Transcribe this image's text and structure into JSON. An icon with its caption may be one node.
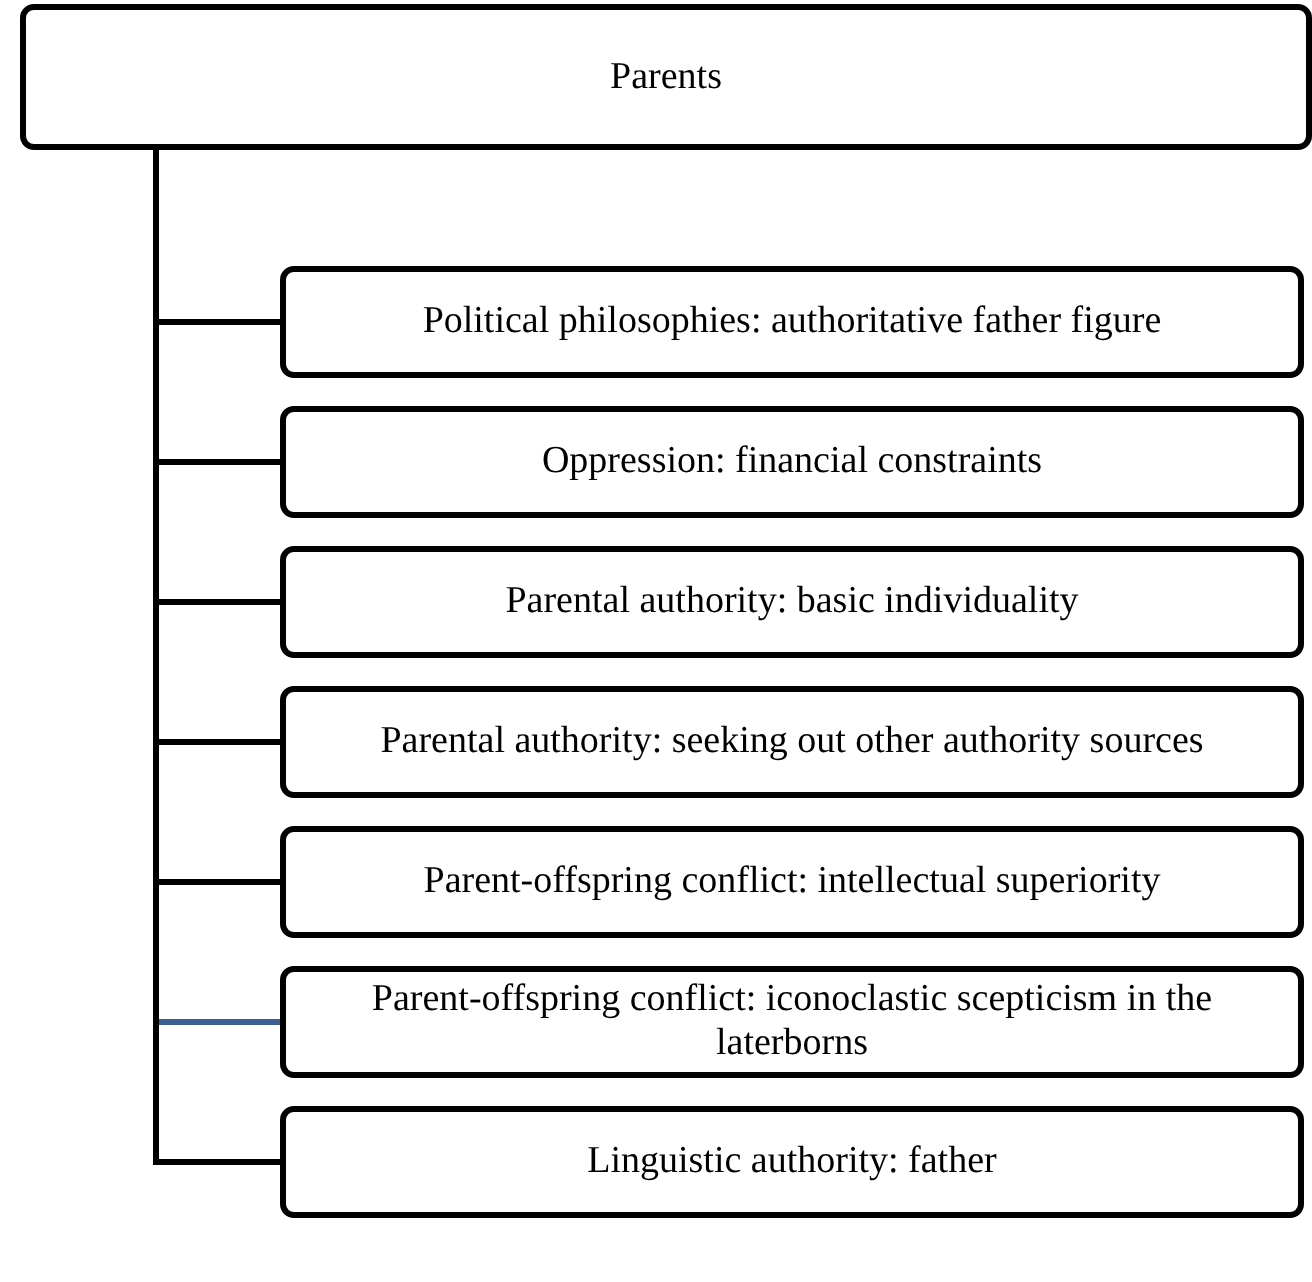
{
  "diagram": {
    "nodes": [
      {
        "text": [
          "Parents"
        ]
      },
      {
        "text": [
          "Political philosophies: authoritative father figure"
        ]
      },
      {
        "text": [
          "Oppression: financial constraints"
        ]
      },
      {
        "text": [
          "Parental authority: basic individuality"
        ]
      },
      {
        "text": [
          "Parental authority: seeking out other authority sources"
        ]
      },
      {
        "text": [
          "Parent-offspring conflict: intellectual superiority"
        ]
      },
      {
        "text": [
          "Parent-offspring conflict: iconoclastic scepticism in the laterborns"
        ]
      },
      {
        "text": [
          "Linguistic authority: father"
        ]
      }
    ],
    "edges": [
      {
        "from": 0,
        "to": 1,
        "arrow": "none"
      },
      {
        "from": 0,
        "to": 2,
        "arrow": "none"
      },
      {
        "from": 0,
        "to": 3,
        "arrow": "none"
      },
      {
        "from": 0,
        "to": 4,
        "arrow": "none"
      },
      {
        "from": 0,
        "to": 5,
        "arrow": "none"
      },
      {
        "from": 0,
        "to": 6,
        "arrow": "none",
        "color": "#3d5f94"
      },
      {
        "from": 0,
        "to": 7,
        "arrow": "none"
      }
    ]
  }
}
